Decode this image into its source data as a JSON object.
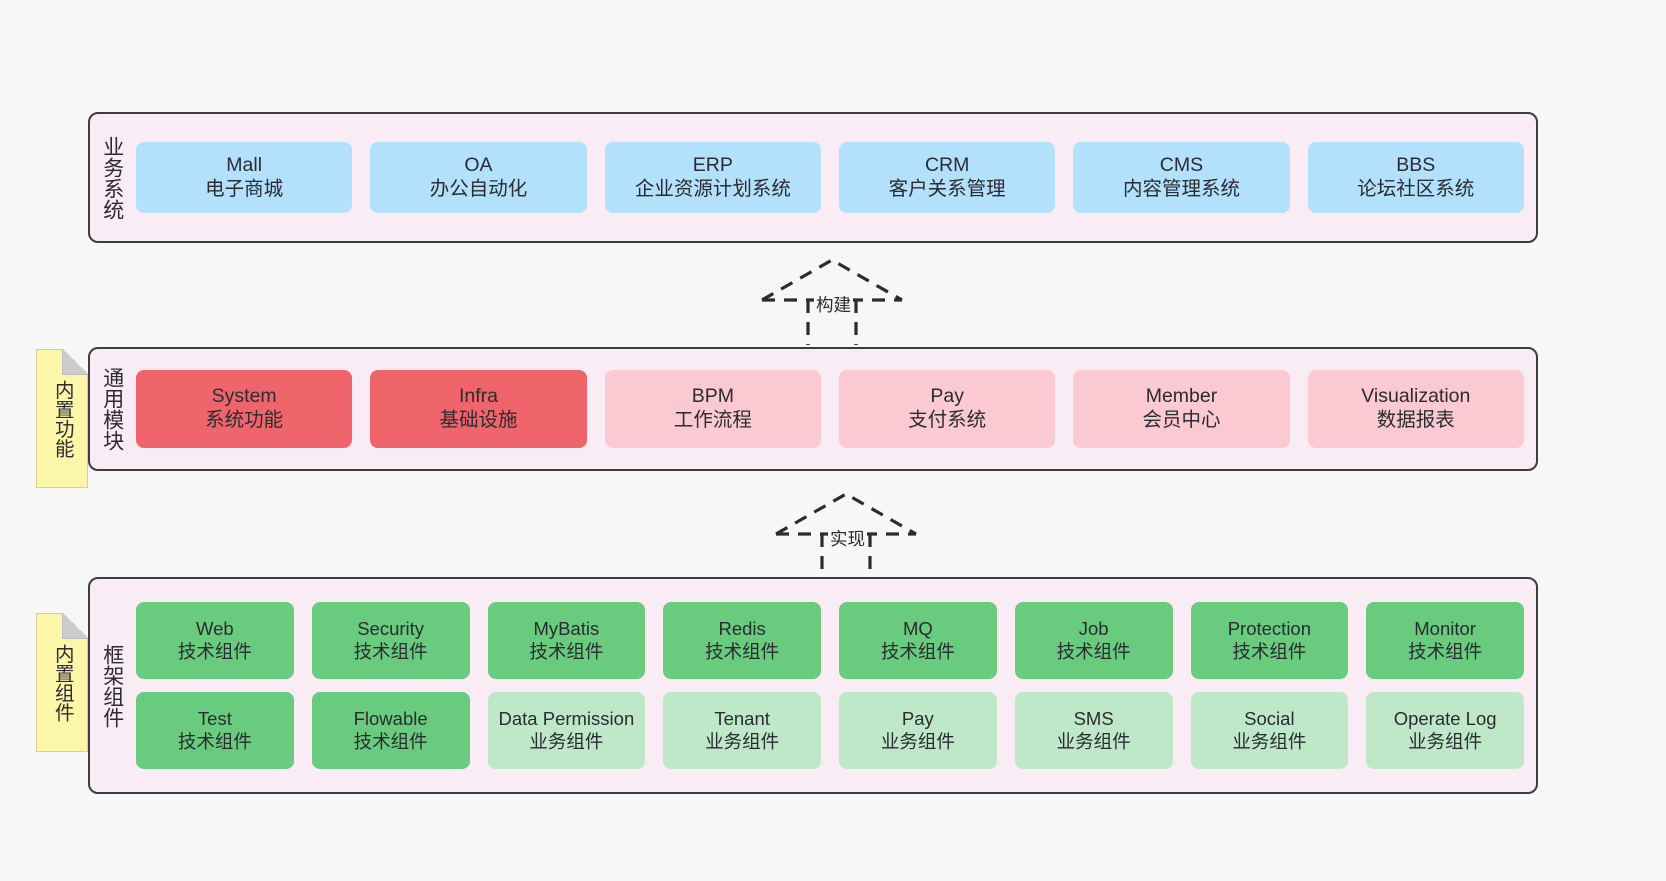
{
  "diagram": {
    "background_color": "#f7f7f7",
    "layer_fill": "#f9ecf5",
    "layer_border": "#3c3c43"
  },
  "notes": [
    {
      "name": "builtin-function",
      "label": "内置功能",
      "color": "#fcf6a8"
    },
    {
      "name": "builtin-component",
      "label": "内置组件",
      "color": "#fcf6a8"
    }
  ],
  "arrows": [
    {
      "name": "build",
      "label": "构建",
      "style": "dashed-generalization",
      "direction": "up"
    },
    {
      "name": "implement",
      "label": "实现",
      "style": "dashed-generalization",
      "direction": "up"
    }
  ],
  "layers": [
    {
      "id": "business",
      "title": "业务系统",
      "rows": [
        {
          "cells": [
            {
              "en": "Mall",
              "cn": "电子商城",
              "color": "#b3e0fb"
            },
            {
              "en": "OA",
              "cn": "办公自动化",
              "color": "#b3e0fb"
            },
            {
              "en": "ERP",
              "cn": "企业资源计划系统",
              "color": "#b3e0fb"
            },
            {
              "en": "CRM",
              "cn": "客户关系管理",
              "color": "#b3e0fb"
            },
            {
              "en": "CMS",
              "cn": "内容管理系统",
              "color": "#b3e0fb"
            },
            {
              "en": "BBS",
              "cn": "论坛社区系统",
              "color": "#b3e0fb"
            }
          ]
        }
      ]
    },
    {
      "id": "module",
      "title": "通用模块",
      "rows": [
        {
          "cells": [
            {
              "en": "System",
              "cn": "系统功能",
              "color": "#f0646b"
            },
            {
              "en": "Infra",
              "cn": "基础设施",
              "color": "#f0646b"
            },
            {
              "en": "BPM",
              "cn": "工作流程",
              "color": "#fbc9d1"
            },
            {
              "en": "Pay",
              "cn": "支付系统",
              "color": "#fbc9d1"
            },
            {
              "en": "Member",
              "cn": "会员中心",
              "color": "#fbc9d1"
            },
            {
              "en": "Visualization",
              "cn": "数据报表",
              "color": "#fbc9d1"
            }
          ]
        }
      ]
    },
    {
      "id": "framework",
      "title": "框架组件",
      "rows": [
        {
          "cells": [
            {
              "en": "Web",
              "cn": "技术组件",
              "color": "#69cb7e"
            },
            {
              "en": "Security",
              "cn": "技术组件",
              "color": "#69cb7e"
            },
            {
              "en": "MyBatis",
              "cn": "技术组件",
              "color": "#69cb7e"
            },
            {
              "en": "Redis",
              "cn": "技术组件",
              "color": "#69cb7e"
            },
            {
              "en": "MQ",
              "cn": "技术组件",
              "color": "#69cb7e"
            },
            {
              "en": "Job",
              "cn": "技术组件",
              "color": "#69cb7e"
            },
            {
              "en": "Protection",
              "cn": "技术组件",
              "color": "#69cb7e"
            },
            {
              "en": "Monitor",
              "cn": "技术组件",
              "color": "#69cb7e"
            }
          ]
        },
        {
          "cells": [
            {
              "en": "Test",
              "cn": "技术组件",
              "color": "#69cb7e"
            },
            {
              "en": "Flowable",
              "cn": "技术组件",
              "color": "#69cb7e"
            },
            {
              "en": "Data Permission",
              "cn": "业务组件",
              "color": "#bfe8c9"
            },
            {
              "en": "Tenant",
              "cn": "业务组件",
              "color": "#bfe8c9"
            },
            {
              "en": "Pay",
              "cn": "业务组件",
              "color": "#bfe8c9"
            },
            {
              "en": "SMS",
              "cn": "业务组件",
              "color": "#bfe8c9"
            },
            {
              "en": "Social",
              "cn": "业务组件",
              "color": "#bfe8c9"
            },
            {
              "en": "Operate Log",
              "cn": "业务组件",
              "color": "#bfe8c9"
            }
          ]
        }
      ]
    }
  ]
}
